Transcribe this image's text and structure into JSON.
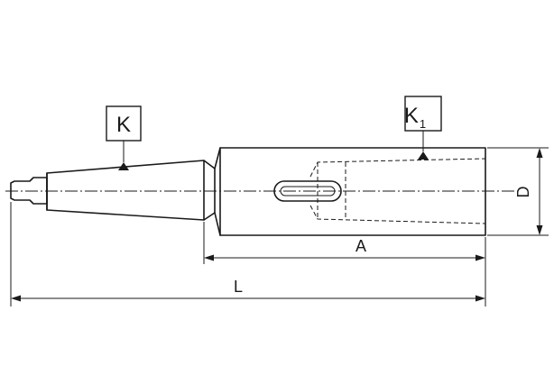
{
  "labels": {
    "shank_taper": "K",
    "socket_taper_main": "K",
    "socket_taper_sub": "1"
  },
  "dimensions": {
    "length_A": "A",
    "overall_length_L": "L",
    "diameter_D": "D"
  }
}
